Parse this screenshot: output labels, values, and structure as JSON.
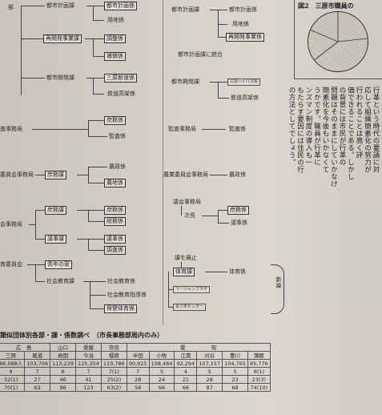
{
  "left": {
    "top_label": "部",
    "toshi_kikaku": "都市計画課",
    "toshi_kikaku_kakari": "都市計画係",
    "yochi": "用地係",
    "saikaihatsu": "再開発事業課",
    "chosa": "調整係",
    "hosho": "補償係",
    "toshi_kaihatsu": "都市開発課",
    "mihara_station": "三原新道係",
    "tetsudo": "鉄道高架係",
    "kansa_jimukyoku": "査事務局",
    "shomu": "庶務係",
    "kansa": "監査係",
    "nogyo": "委員会事務局",
    "shomu_ka": "庶務課",
    "nosei": "農政係",
    "nochi": "農地係",
    "gikai": "会事務局",
    "shomu_ka2": "庶務課",
    "shomu_kakari2": "庶務係",
    "somu": "総務係",
    "giji_ka": "議事課",
    "giji_kakari": "議事係",
    "chosa_kakari": "調査係",
    "kyoiku": "育委員会",
    "seinen": "青年の家",
    "shakai_ka": "社会教育課",
    "shakai_kakari": "社会教育係",
    "shakai_shido": "社会教育指導係",
    "hoken_taiiku": "保健体育係"
  },
  "middle": {
    "toshi_kikaku": "都市計画課",
    "toshi_kikaku_kakari": "都市計画係",
    "yochi": "用地係",
    "saikaihatsu_kakari": "再開発事業係",
    "togo": "都市計画課に統合",
    "toshi_kaihatsu": "都市開発課",
    "mihara_kakari": "三原ハイパス係",
    "tetsudo": "鉄道高架係",
    "kansa_jimukyoku": "監査事務局",
    "kansa": "監査係",
    "nogyo": "農業委員会事務局",
    "nosei": "農政係",
    "gikai": "議会事務局",
    "jicho": "次長",
    "shomu": "庶務係",
    "giji": "議事係",
    "haishi": "課を廃止",
    "taiiku_ka": "体育課",
    "taiiku_kakari": "体育係",
    "leisure": "リージョンプラザ",
    "seishonen": "青少年センター",
    "shinsetsu": "新設"
  },
  "figure": {
    "title": "図2　三原市職員の"
  },
  "vertical_text": [
    "行革という時代の要請に対",
    "応して組織簡素化の努力が",
    "行われることは高く評",
    "価できることである。しかし",
    "の背景には市民が行革の",
    "問題はそのままにしていかなけ",
    "簡素化を今後もいかなくて",
    "うかです。職員が行革に",
    "ンズマン制度の導入も一",
    "もたらす要因には住民の行",
    "の方法としてでしょう。"
  ],
  "table_title": "類似団体別各部・課・係数調べ　（市長事務部局内のみ）",
  "table": {
    "prefs": [
      "広　島",
      "山口",
      "愛媛",
      "奈良",
      "愛　　　　　知"
    ],
    "cities": [
      "三原",
      "尾道",
      "岩国",
      "今治",
      "橿原",
      "半田",
      "小牧",
      "江南",
      "刈谷",
      "豊川",
      "蒲郡"
    ],
    "population": [
      "86,088人",
      "103,706",
      "113,229",
      "125,354",
      "110,786",
      "90,925",
      "108,484",
      "92,294",
      "107,157",
      "104,765",
      "85,776"
    ],
    "rows": [
      [
        "9",
        "7",
        "6",
        "7",
        "7(1)",
        "7",
        "5",
        "4",
        "5",
        "5",
        "6(1)"
      ],
      [
        "32(1)",
        "27",
        "46",
        "41",
        "25(2)",
        "28",
        "24",
        "21",
        "28",
        "23",
        "23(3)"
      ],
      [
        "70(1)",
        "63",
        "96",
        "123",
        "63(2)",
        "58",
        "66",
        "66",
        "87",
        "68",
        "74(10)"
      ]
    ]
  }
}
